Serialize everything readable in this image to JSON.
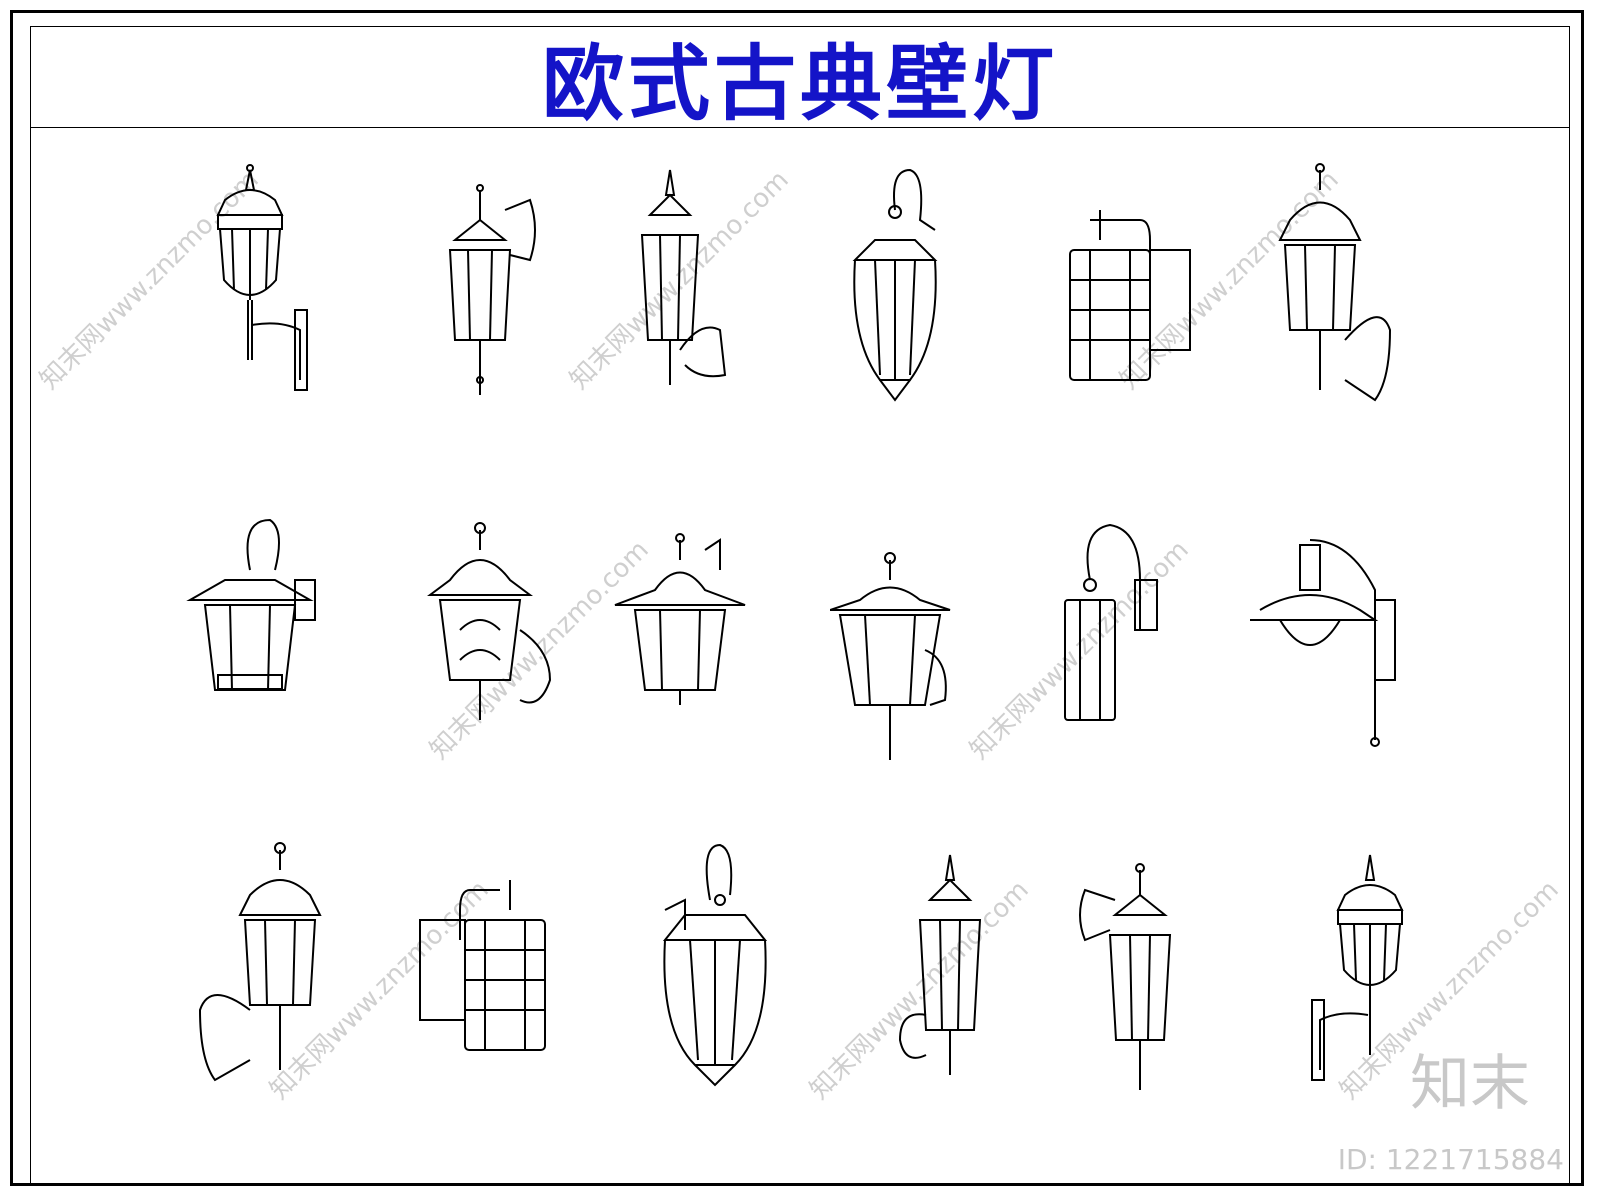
{
  "title": "欧式古典壁灯",
  "title_color": "#1414c8",
  "watermarks": [
    "www.znzmo.com",
    "知末网www.znzmo.com"
  ],
  "brand_mark": "知末",
  "image_id": "ID: 1221715884",
  "lamps_count_rows": 3,
  "lamps_per_row": 6
}
